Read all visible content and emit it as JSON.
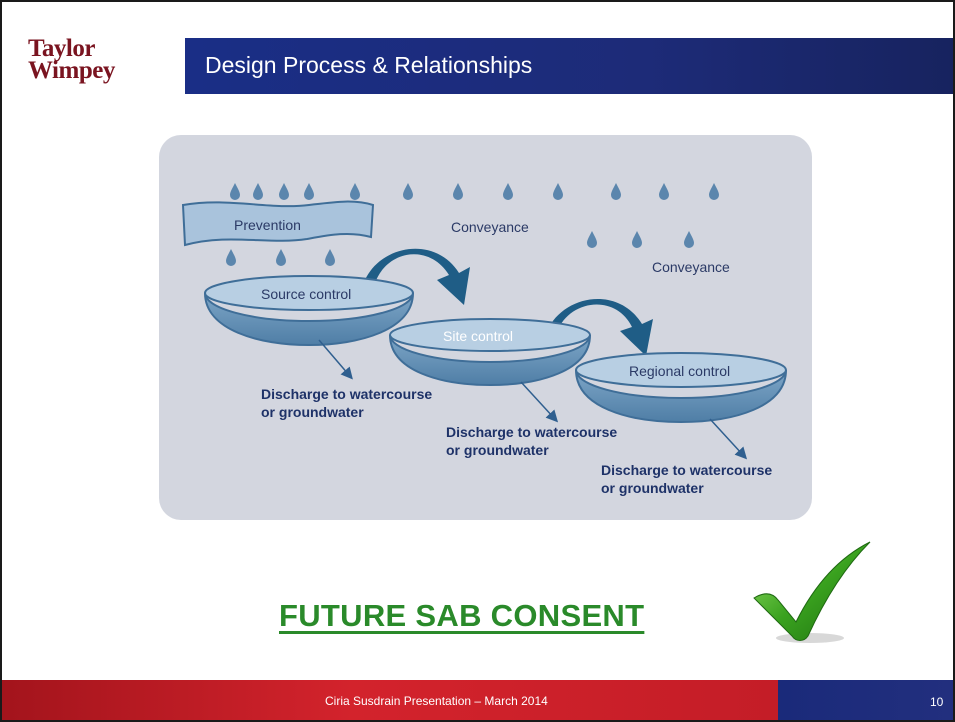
{
  "logo": {
    "line1": "Taylor",
    "line2": "Wimpey"
  },
  "title": "Design Process & Relationships",
  "diagram": {
    "prevention": "Prevention",
    "conveyance_1": "Conveyance",
    "conveyance_2": "Conveyance",
    "source_control": "Source control",
    "site_control": "Site control",
    "regional_control": "Regional control",
    "discharge_1": [
      "Discharge to watercourse",
      "or groundwater"
    ],
    "discharge_2": [
      "Discharge to watercourse",
      "or groundwater"
    ],
    "discharge_3": [
      "Discharge to watercourse",
      "or groundwater"
    ]
  },
  "consent_text": "FUTURE SAB CONSENT",
  "footer": {
    "text": "Ciria Susdrain Presentation – March 2014",
    "page": "10"
  },
  "colors": {
    "title_bar": "#1d2b78",
    "footer_red": "#c41d27",
    "footer_blue": "#222f7e",
    "consent_green": "#2a8a2a",
    "bowl_blue": "#6f9bbf",
    "arrow_blue": "#1f5d86",
    "diagram_bg": "#d3d6df"
  }
}
